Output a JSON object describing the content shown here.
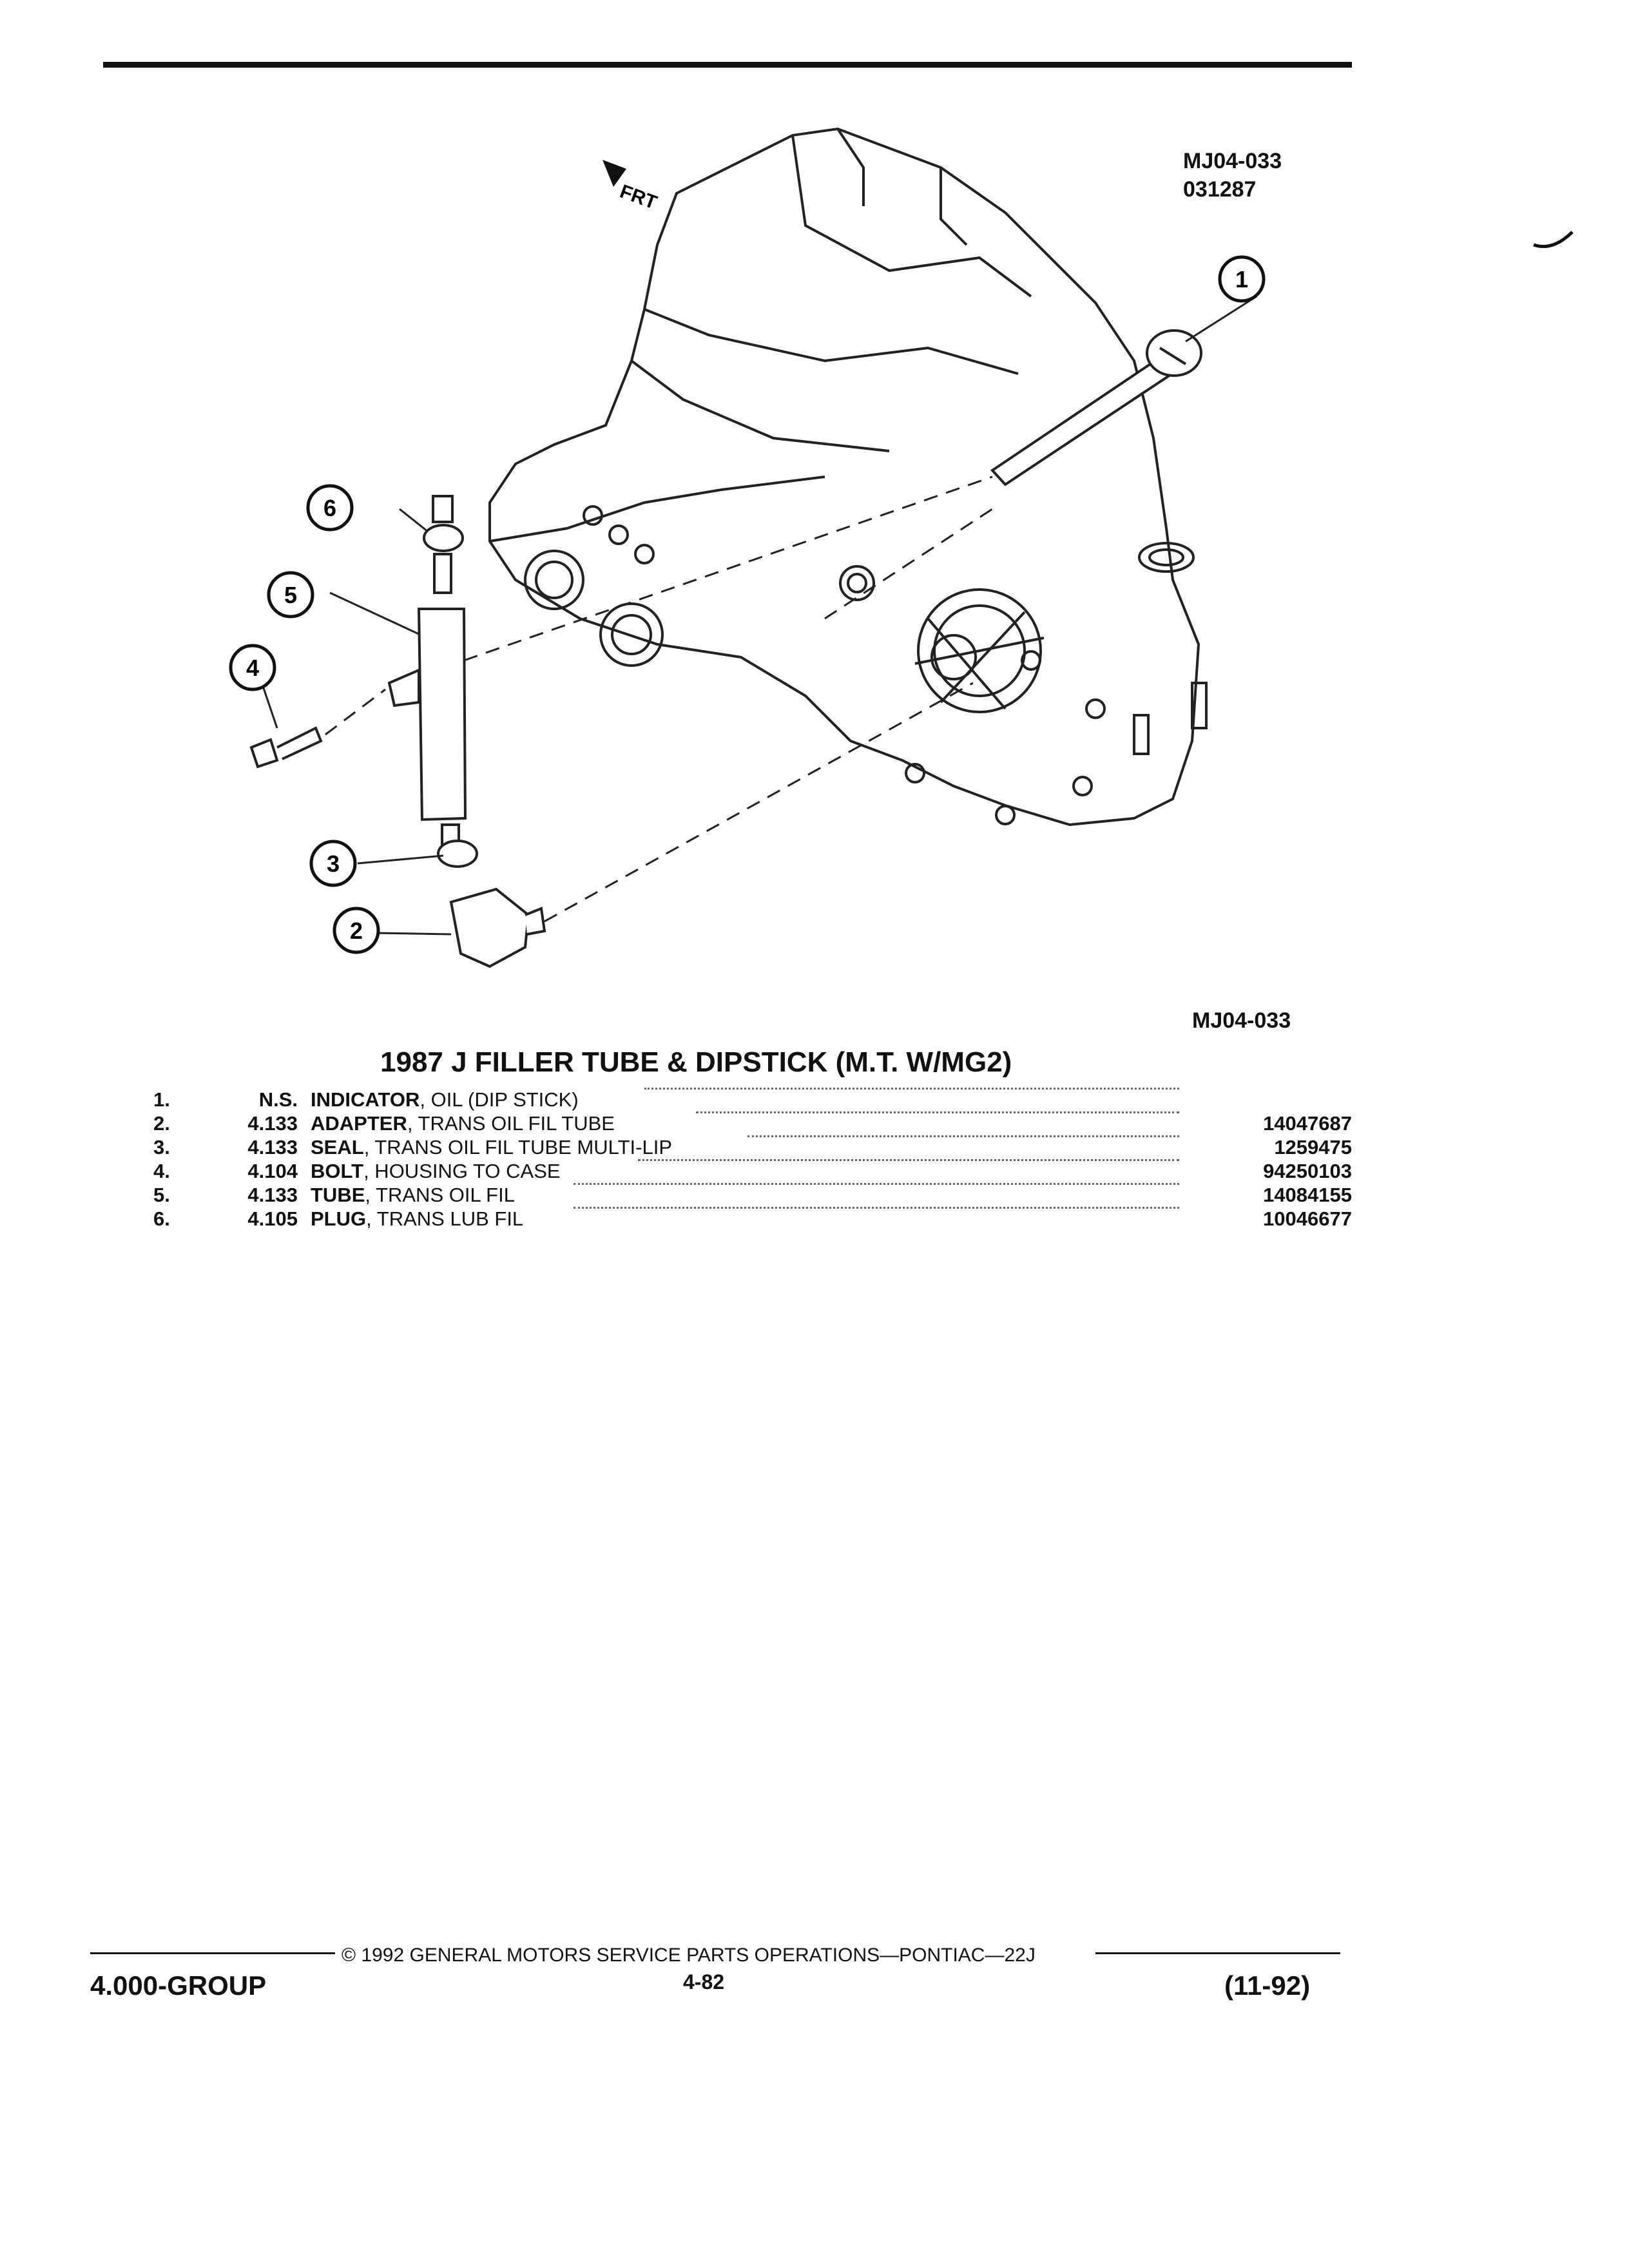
{
  "figure": {
    "id_top": "MJ04-033",
    "date_code": "031287",
    "id_bottom": "MJ04-033",
    "direction_label": "FRT",
    "callouts": [
      "1",
      "2",
      "3",
      "4",
      "5",
      "6"
    ]
  },
  "title": "1987 J FILLER TUBE & DIPSTICK (M.T. W/MG2)",
  "parts": [
    {
      "num": "1.",
      "group": "N.S.",
      "name": "INDICATOR",
      "desc": ", OIL (DIP STICK)",
      "part_number": ""
    },
    {
      "num": "2.",
      "group": "4.133",
      "name": "ADAPTER",
      "desc": ", TRANS OIL FIL TUBE",
      "part_number": "14047687"
    },
    {
      "num": "3.",
      "group": "4.133",
      "name": "SEAL",
      "desc": ", TRANS OIL FIL TUBE MULTI-LIP",
      "part_number": "1259475"
    },
    {
      "num": "4.",
      "group": "4.104",
      "name": "BOLT",
      "desc": ", HOUSING TO CASE",
      "part_number": "94250103"
    },
    {
      "num": "5.",
      "group": "4.133",
      "name": "TUBE",
      "desc": ", TRANS OIL FIL",
      "part_number": "14084155"
    },
    {
      "num": "6.",
      "group": "4.105",
      "name": "PLUG",
      "desc": ", TRANS LUB FIL",
      "part_number": "10046677"
    }
  ],
  "footer": {
    "copyright": "© 1992 GENERAL MOTORS SERVICE PARTS OPERATIONS—PONTIAC—22J",
    "group": "4.000-GROUP",
    "page": "4-82",
    "date": "(11-92)"
  }
}
